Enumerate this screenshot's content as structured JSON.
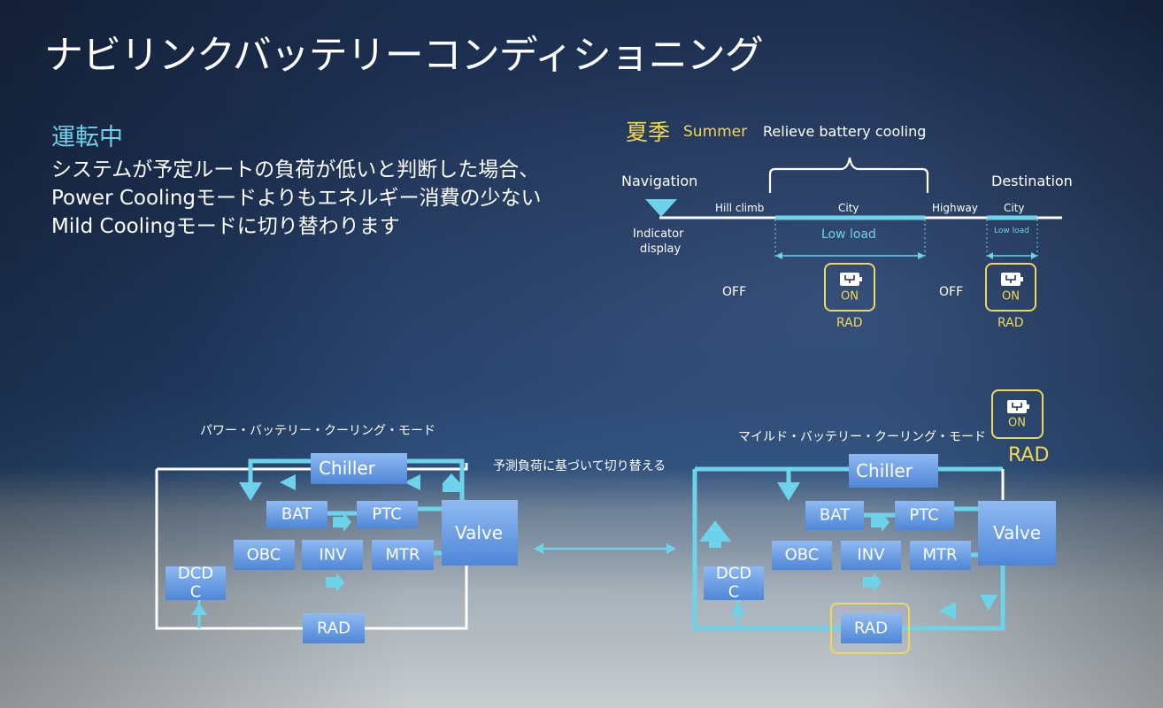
{
  "title": "ナビリンクバッテリーコンディショニング",
  "text": {
    "heading": "運転中",
    "lines": [
      "システムが予定ルートの負荷が低いと判断した場合、",
      "Power Coolingモードよりもエネルギー消費の少ない",
      "Mild Coolingモードに切り替わります"
    ]
  },
  "route": {
    "season_jp": "夏季",
    "season_en": "Summer",
    "relieve": "Relieve battery cooling",
    "navigation": "Navigation",
    "destination": "Destination",
    "indicator": [
      "Indicator",
      "display"
    ],
    "segments": [
      "Hill climb",
      "City",
      "Highway",
      "City"
    ],
    "low_load": "Low load",
    "low_load_small": "Low load",
    "off": "OFF",
    "on": "ON",
    "rad": "RAD"
  },
  "switch_label": "予測負荷に基づいて切り替える",
  "modes": {
    "left_title": "パワー・バッテリー・クーリング・モード",
    "right_title": "マイルド・バッテリー・クーリング・モード",
    "boxes": {
      "chiller": "Chiller",
      "bat": "BAT",
      "ptc": "PTC",
      "valve": "Valve",
      "obc": "OBC",
      "inv": "INV",
      "mtr": "MTR",
      "dcdc": [
        "DCD",
        "C"
      ],
      "rad": "RAD"
    },
    "badge_on": "ON",
    "badge_rad": "RAD"
  },
  "colors": {
    "accent_cyan": "#6fd0ea",
    "highlight_yellow": "#f1d65c",
    "pipe_cyan": "#6cd3ea",
    "box_blue": "#5f97e0"
  }
}
